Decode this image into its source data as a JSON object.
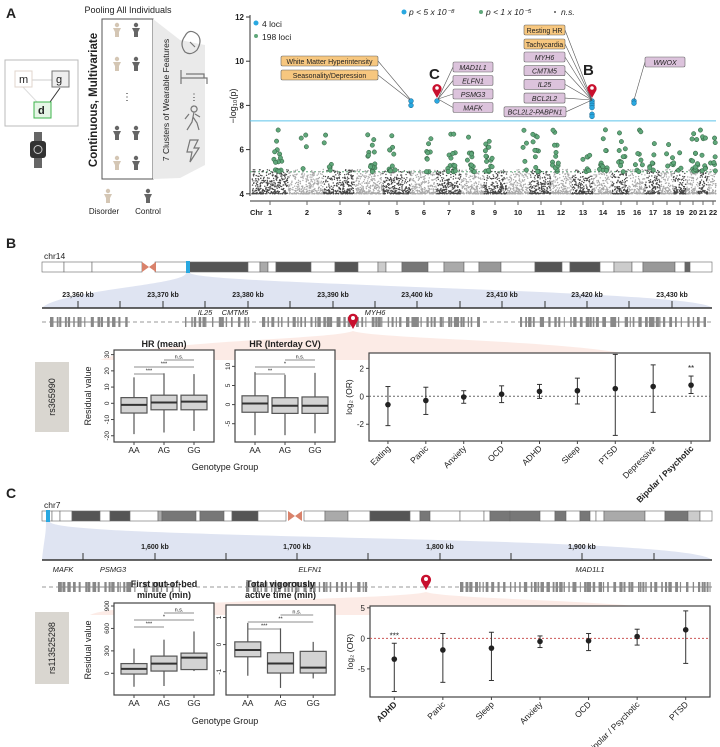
{
  "panels": {
    "a": "A",
    "b": "B",
    "c": "C"
  },
  "panel_a": {
    "model_nodes": {
      "m": "m",
      "g": "g",
      "d": "d"
    },
    "pooling_title": "Pooling All Individuals",
    "method_label": "Continuous, Multivariate",
    "clusters_label": "7 Clusters of Wearable Features",
    "ellipsis": "⋮",
    "legend_disorder": "Disorder",
    "legend_control": "Control",
    "icons": [
      "watch-icon",
      "heart-icon",
      "bed-icon",
      "walking-icon",
      "lightning-icon"
    ]
  },
  "manhattan": {
    "legend": {
      "sig": "p < 5 x 10⁻⁸",
      "sugg": "p < 1 x 10⁻⁵",
      "ns": "n.s.",
      "sig_count": "4 loci",
      "sugg_count": "198 loci"
    },
    "ylabel": "−log₁₀(p)",
    "chr_label": "Chr",
    "marker_c": "C",
    "marker_b": "B",
    "trait_labels": [
      "White Matter Hyperintensity",
      "Seasonality/Depression",
      "Resting HR",
      "Tachycardia"
    ],
    "genes_c": [
      "MAD1L1",
      "ELFN1",
      "PSMG3",
      "MAFK"
    ],
    "genes_b": [
      "MYH6",
      "CMTM5",
      "IL25",
      "BCL2L2",
      "BCL2L2-PABPN1"
    ],
    "gene_wwox": "WWOX"
  },
  "colors": {
    "sig": "#29a8e0",
    "sugg": "#5fa77a",
    "ns_dark": "#444444",
    "ns_light": "#a8a8a8",
    "trait": "#f7c77f",
    "gene": "#dcc3dc",
    "pin": "#c8102e"
  },
  "panel_b": {
    "chrom": "chr14",
    "ruler": [
      "23,360 kb",
      "23,370 kb",
      "23,380 kb",
      "23,390 kb",
      "23,400 kb",
      "23,410 kb",
      "23,420 kb",
      "23,430 kb"
    ],
    "genes": [
      "IL25",
      "CMTM5",
      "MYH6"
    ],
    "snp": "rs365990",
    "ylabel": "Residual value",
    "xlabel": "Genotype Group"
  },
  "panel_c": {
    "chrom": "chr7",
    "ruler": [
      "1,600 kb",
      "1,700 kb",
      "1,800 kb",
      "1,900 kb"
    ],
    "genes": [
      "MAFK",
      "PSMG3",
      "ELFN1",
      "MAD1L1"
    ],
    "snp": "rs113525298",
    "ylabel": "Residual value",
    "xlabel": "Genotype Group"
  },
  "chart_data": [
    {
      "id": "manhattan",
      "type": "scatter",
      "ylabel": "−log10(p)",
      "ylim": [
        4,
        12
      ],
      "yticks": [
        "4",
        "6",
        "8",
        "10",
        "12"
      ],
      "xticks": [
        "1",
        "2",
        "3",
        "4",
        "5",
        "6",
        "7",
        "8",
        "9",
        "10",
        "11",
        "12",
        "13",
        "14",
        "15",
        "16",
        "17",
        "18",
        "19",
        "20",
        "21",
        "22"
      ],
      "thresholds": {
        "genome_wide": 7.3,
        "suggestive": 5
      },
      "significant_loci": [
        {
          "chr": "5/6",
          "neglog10p": [
            8.2,
            8.0
          ]
        },
        {
          "chr": "7",
          "neglog10p": [
            8.2
          ]
        },
        {
          "chr": "14",
          "neglog10p": [
            8.2,
            8.1,
            8.0,
            7.9,
            7.6,
            7.5
          ]
        },
        {
          "chr": "16",
          "neglog10p": [
            8.2,
            8.1
          ]
        }
      ]
    },
    {
      "id": "hr_mean",
      "type": "box",
      "title": "HR (mean)",
      "categories": [
        "AA",
        "AG",
        "GG"
      ],
      "yticks": [
        "-20",
        "-10",
        "0",
        "10",
        "20",
        "30"
      ],
      "ylim": [
        -22,
        31
      ],
      "boxes": [
        [
          -19,
          -6,
          -1,
          3.5,
          16
        ],
        [
          -18,
          -4,
          0.5,
          5,
          18.5
        ],
        [
          -17,
          -4,
          1,
          5,
          18
        ]
      ],
      "brackets": [
        {
          "from": 0,
          "to": 1,
          "label": "***"
        },
        {
          "from": 0,
          "to": 2,
          "label": "***"
        },
        {
          "from": 1,
          "to": 2,
          "label": "n.s."
        }
      ]
    },
    {
      "id": "hr_cv",
      "type": "box",
      "title": "HR (Interday CV)",
      "categories": [
        "AA",
        "AG",
        "GG"
      ],
      "yticks": [
        "-5",
        "0",
        "5",
        "10"
      ],
      "ylim": [
        -9,
        13.5
      ],
      "boxes": [
        [
          -8,
          -2,
          0.3,
          2.3,
          8.5
        ],
        [
          -8,
          -2.3,
          -0.3,
          1.8,
          7.8
        ],
        [
          -7.5,
          -2.3,
          -0.3,
          2,
          8.3
        ]
      ],
      "brackets": [
        {
          "from": 0,
          "to": 1,
          "label": "**"
        },
        {
          "from": 0,
          "to": 2,
          "label": "*"
        },
        {
          "from": 1,
          "to": 2,
          "label": "n.s."
        }
      ]
    },
    {
      "id": "forest_b",
      "type": "scatter",
      "ylabel": "log₂ (OR)",
      "ylim": [
        -3.2,
        3.1
      ],
      "yticks": [
        "-2",
        "0",
        "2"
      ],
      "categories": [
        "Eating",
        "Panic",
        "Anxiety",
        "OCD",
        "ADHD",
        "Sleep",
        "PTSD",
        "Depressive",
        "Bipolar / Psychotic"
      ],
      "bold": [
        8
      ],
      "estimates": [
        -0.6,
        -0.3,
        -0.05,
        0.15,
        0.35,
        0.4,
        0.55,
        0.7,
        0.8
      ],
      "lower": [
        -2.1,
        -1.3,
        -0.5,
        -0.45,
        -0.15,
        -0.55,
        -2.8,
        -1.15,
        0.2
      ],
      "upper": [
        0.7,
        0.65,
        0.4,
        0.75,
        0.85,
        1.3,
        3.0,
        2.25,
        1.45
      ],
      "annotations": [
        "",
        "",
        "",
        "",
        "",
        "",
        "",
        "",
        "**"
      ]
    },
    {
      "id": "out_of_bed",
      "type": "box",
      "title": "First out-of-bed",
      "title2": "minute (min)",
      "categories": [
        "AA",
        "AG",
        "GG"
      ],
      "yticks": [
        "0",
        "300",
        "600",
        "900"
      ],
      "ylim": [
        -250,
        900
      ],
      "boxes": [
        [
          -180,
          -10,
          60,
          130,
          330
        ],
        [
          -170,
          30,
          130,
          230,
          450
        ],
        [
          30,
          50,
          210,
          270,
          560
        ]
      ],
      "brackets": [
        {
          "from": 0,
          "to": 1,
          "label": "***"
        },
        {
          "from": 0,
          "to": 2,
          "label": "*"
        },
        {
          "from": 1,
          "to": 2,
          "label": "n.s."
        }
      ]
    },
    {
      "id": "vigorous",
      "type": "box",
      "title": "Total vigorously",
      "title2": "active time (min)",
      "categories": [
        "AA",
        "AG",
        "GG"
      ],
      "yticks": [
        "-1",
        "0",
        "1"
      ],
      "ylim": [
        -1.75,
        1.35
      ],
      "boxes": [
        [
          -1.15,
          -0.45,
          -0.2,
          0.1,
          0.8
        ],
        [
          -1.6,
          -1.05,
          -0.7,
          -0.3,
          0.6
        ],
        [
          -1.25,
          -1.05,
          -0.85,
          -0.25,
          0.1
        ]
      ],
      "brackets": [
        {
          "from": 0,
          "to": 1,
          "label": "***"
        },
        {
          "from": 0,
          "to": 2,
          "label": "**"
        },
        {
          "from": 1,
          "to": 2,
          "label": "n.s."
        }
      ]
    },
    {
      "id": "forest_c",
      "type": "scatter",
      "ylabel": "log₂ (OR)",
      "ylim": [
        -9.6,
        5.3
      ],
      "yticks": [
        "-5",
        "0",
        "5"
      ],
      "categories": [
        "ADHD",
        "Panic",
        "Sleep",
        "Anxiety",
        "OCD",
        "Bipolar / Psychotic",
        "PTSD"
      ],
      "bold": [
        0
      ],
      "estimates": [
        -3.4,
        -1.9,
        -1.6,
        -0.5,
        -0.4,
        0.3,
        1.4
      ],
      "lower": [
        -8.7,
        -7.2,
        -6.9,
        -1.5,
        -2.0,
        -1.1,
        -4.1
      ],
      "upper": [
        -0.8,
        0.8,
        1.0,
        0.4,
        0.8,
        1.5,
        4.5
      ],
      "annotations": [
        "***",
        "",
        "",
        "",
        "",
        "",
        ""
      ]
    }
  ]
}
